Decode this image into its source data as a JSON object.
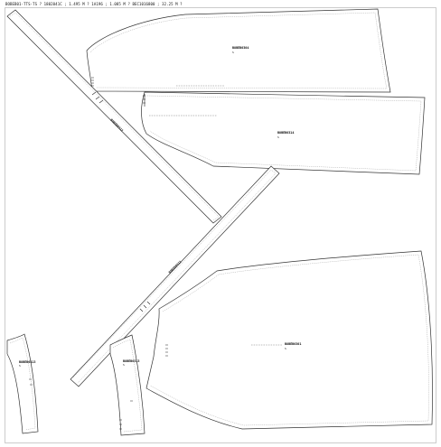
{
  "header": {
    "text": "BOBEB01-TTS-TS ? 1802041C ; 1.495 M ? 1A196 ; 1.085 M ? BEC1016800 ; 32.25 M ?"
  },
  "pieces": [
    {
      "code": "BOBEB0304",
      "size": "S"
    },
    {
      "code": "BOBEB0314",
      "size": "S"
    },
    {
      "code": "BOBEB0312",
      "size": "S"
    },
    {
      "code": "BOBEB0301",
      "size": "S"
    },
    {
      "code": "BOBEB0313",
      "size": "S"
    },
    {
      "code": "BOBEB0313",
      "size": "S"
    }
  ]
}
